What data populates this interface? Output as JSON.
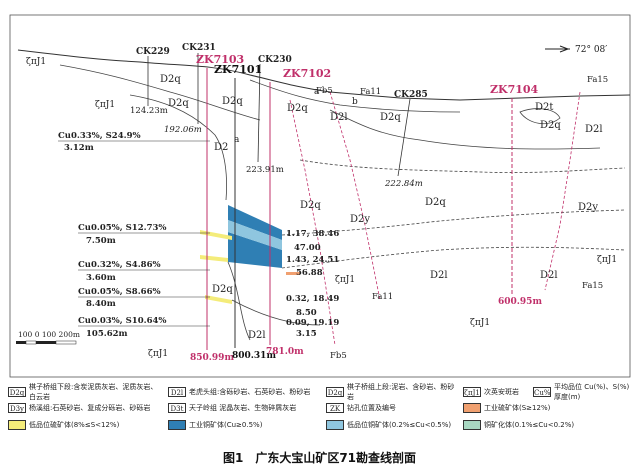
{
  "boreholes": {
    "zk7103": "ZK7103",
    "zk7101": "ZK7101",
    "zk7102": "ZK7102",
    "zk7104": "ZK7104",
    "ck229": "CK229",
    "ck231": "CK231",
    "ck230": "CK230",
    "ck285": "CK285"
  },
  "depths": {
    "d1": "124.23m",
    "d2": "192.06m",
    "d3": "223.91m",
    "d4": "222.84m",
    "zk7103": "850.99m",
    "zk7101": "800.31m",
    "zk7102": "781.0m",
    "zk7104": "600.95m"
  },
  "orientation": "72° 08′",
  "faults": {
    "fa11": "Fa11",
    "fa15": "Fa15",
    "fb5": "Fb5"
  },
  "units": {
    "zeta_j1": "ζπJ1",
    "d2q": "D2q",
    "d2y": "D2y",
    "d2l": "D2l",
    "d2t": "D2t",
    "d2": "D2",
    "a": "a",
    "b": "b",
    "seg_a": "a"
  },
  "grades_left": [
    {
      "grade": "Cu0.33%, S24.9%",
      "thick": "3.12m"
    },
    {
      "grade": "Cu0.05%, S12.73%",
      "thick": "7.50m"
    },
    {
      "grade": "Cu0.32%, S4.86%",
      "thick": "3.60m"
    },
    {
      "grade": "Cu0.05%, S8.66%",
      "thick": "8.40m"
    },
    {
      "grade": "Cu0.03%, S10.64%",
      "thick": "105.62m"
    }
  ],
  "grades_right": [
    "1.17, 38.46",
    "47.00",
    "1.43, 24.51",
    "56.88",
    "0.32, 18.49",
    "8.50",
    "0.09, 19.19",
    "3.15"
  ],
  "scale_label": "100  0  100  200m",
  "legend": [
    {
      "sym": "D2q",
      "text": "棋子桥组下段:含炭泥质灰岩、泥质灰岩、白云岩"
    },
    {
      "sym": "D2l",
      "text": "老虎头组:含砾砂岩、石英砂岩、粉砂岩"
    },
    {
      "sym": "D2q",
      "text": "棋子桥组上段:泥岩、含砂岩、粉砂岩"
    },
    {
      "sym": "ζπJ1",
      "text": "次英安斑岩"
    },
    {
      "sym": "Cu%",
      "text": "平均品位 Cu(%)、S(%) 厚度(m)"
    },
    {
      "sym": "D3y",
      "text": "杨溪组:石英砂岩、复成分砾岩、砂砾岩"
    },
    {
      "sym": "D3t",
      "text": "天子岭组 泥晶灰岩、生物碎屑灰岩"
    },
    {
      "sym": "ZK",
      "text": "钻孔位置及编号"
    },
    {
      "sym": "",
      "text": "工业硫矿体(S≥12%)"
    },
    {
      "sym": "",
      "text": "低品位硫矿体(8%≤S<12%)"
    },
    {
      "sym": "",
      "text": "工业铜矿体(Cu≥0.5%)"
    },
    {
      "sym": "",
      "text": "低品位铜矿体(0.2%≤Cu<0.5%)"
    },
    {
      "sym": "",
      "text": "铜矿化体(0.1%≤Cu<0.2%)"
    }
  ],
  "legend_colors": {
    "s_industrial": "#f0a070",
    "s_low": "#f4ec7a",
    "cu_industrial": "#2f7fb4",
    "cu_low": "#8fc6df",
    "cu_mineral": "#a8d8c2"
  },
  "caption": "图1　广东大宝山矿区71勘查线剖面"
}
